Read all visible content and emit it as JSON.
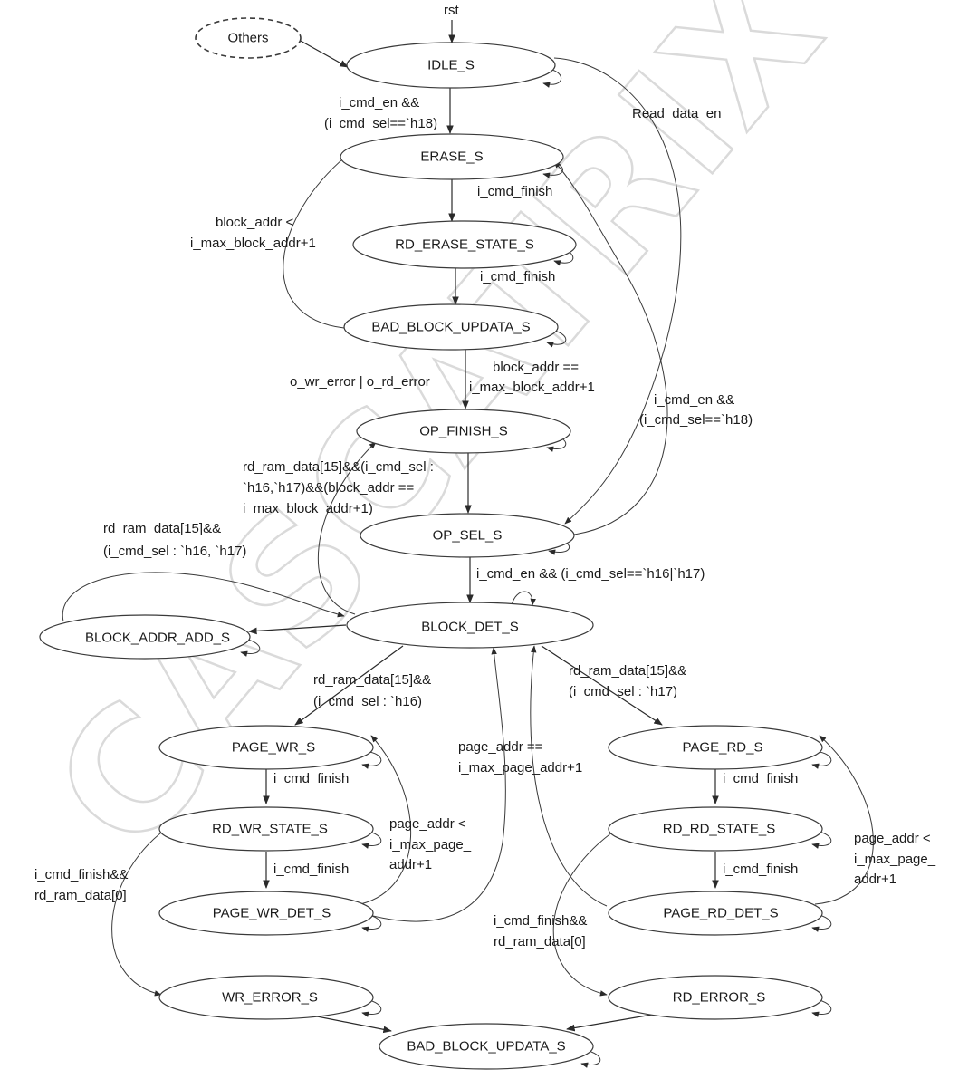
{
  "watermark": "CASCATRIX",
  "states": {
    "others": "Others",
    "idle": "IDLE_S",
    "erase": "ERASE_S",
    "rd_erase_state": "RD_ERASE_STATE_S",
    "bad_block_updata_top": "BAD_BLOCK_UPDATA_S",
    "op_finish": "OP_FINISH_S",
    "op_sel": "OP_SEL_S",
    "block_det": "BLOCK_DET_S",
    "block_addr_add": "BLOCK_ADDR_ADD_S",
    "page_wr": "PAGE_WR_S",
    "rd_wr_state": "RD_WR_STATE_S",
    "page_wr_det": "PAGE_WR_DET_S",
    "wr_error": "WR_ERROR_S",
    "page_rd": "PAGE_RD_S",
    "rd_rd_state": "RD_RD_STATE_S",
    "page_rd_det": "PAGE_RD_DET_S",
    "rd_error": "RD_ERROR_S",
    "bad_block_updata_bottom": "BAD_BLOCK_UPDATA_S"
  },
  "labels": {
    "rst": "rst",
    "cmd_erase_1": "i_cmd_en &&",
    "cmd_erase_2": "(i_cmd_sel==`h18)",
    "read_data_en": "Read_data_en",
    "erase_finish": "i_cmd_finish",
    "block_addr_lt_1": "block_addr <",
    "block_addr_lt_2": "i_max_block_addr+1",
    "rd_erase_finish": "i_cmd_finish",
    "wr_rd_error": "o_wr_error | o_rd_error",
    "block_addr_eq_1": "block_addr ==",
    "block_addr_eq_2": "i_max_block_addr+1",
    "cmd_en_h18_1": "i_cmd_en &&",
    "cmd_en_h18_2": "(i_cmd_sel==`h18)",
    "rd_ram_finish_1": "rd_ram_data[15]&&(i_cmd_sel :",
    "rd_ram_finish_2": "`h16,`h17)&&(block_addr ==",
    "rd_ram_finish_3": "i_max_block_addr+1)",
    "rd_ram_add_1": "rd_ram_data[15]&&",
    "rd_ram_add_2": "(i_cmd_sel :  `h16,  `h17)",
    "cmd_en_h16_h17": "i_cmd_en && (i_cmd_sel==`h16|`h17)",
    "rd_ram_h16_1": "rd_ram_data[15]&&",
    "rd_ram_h16_2": "(i_cmd_sel :  `h16)",
    "rd_ram_h17_1": "rd_ram_data[15]&&",
    "rd_ram_h17_2": "(i_cmd_sel :  `h17)",
    "page_addr_eq_1": "page_addr ==",
    "page_addr_eq_2": "i_max_page_addr+1",
    "page_wr_finish": "i_cmd_finish",
    "rd_wr_finish": "i_cmd_finish",
    "page_addr_lt_wr_1": "page_addr <",
    "page_addr_lt_wr_2": "i_max_page_",
    "page_addr_lt_wr_3": "addr+1",
    "wr_err_1": "i_cmd_finish&&",
    "wr_err_2": "rd_ram_data[0]",
    "page_rd_finish": "i_cmd_finish",
    "rd_rd_finish": "i_cmd_finish",
    "page_addr_lt_rd_1": "page_addr <",
    "page_addr_lt_rd_2": "i_max_page_",
    "page_addr_lt_rd_3": "addr+1",
    "rd_err_1": "i_cmd_finish&&",
    "rd_err_2": "rd_ram_data[0]"
  }
}
